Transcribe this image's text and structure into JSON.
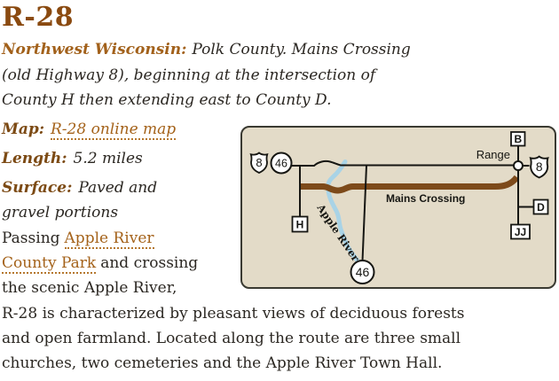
{
  "colors": {
    "title": "#8a4a10",
    "region_label": "#a2611b",
    "detail_label": "#7c4a14",
    "link": "#a4621a",
    "body_text": "#2b2722",
    "map_background": "#e3dbc8",
    "map_border": "#3a3a32",
    "road": "#161612",
    "route": "#7d4a1a",
    "river": "#a9d3e6"
  },
  "header": {
    "title": "R-28"
  },
  "intro": {
    "region_label": "Northwest Wisconsin:",
    "line1_rest": "Polk County. Mains Crossing",
    "line2": "(old Highway 8), beginning at the intersection of",
    "line3": "County H then extending east to County D."
  },
  "details": {
    "map": {
      "label": "Map:",
      "link_text": "R-28 online map"
    },
    "length": {
      "label": "Length:",
      "value": "5.2 miles"
    },
    "surface": {
      "label": "Surface:",
      "value_line1": "Paved and",
      "value_line2": "gravel portions"
    }
  },
  "description": {
    "line1_pre": "Passing",
    "line1_link": "Apple River",
    "line2_link": "County Park",
    "line2_rest": "and crossing",
    "line3": "the scenic Apple River,",
    "line4": "R-28 is characterized by pleasant views of deciduous forests",
    "line5": "and open farmland. Located along the route are three small",
    "line6": "churches, two cemeteries and the Apple River Town Hall."
  },
  "map": {
    "shield_left": "8",
    "hwy46_top": "46",
    "shield_right": "8",
    "hwy46_bottom": "46",
    "box_b": "B",
    "box_d": "D",
    "box_jj": "JJ",
    "box_h": "H",
    "range_label": "Range",
    "route_label": "Mains Crossing",
    "river_label": "Apple River"
  }
}
